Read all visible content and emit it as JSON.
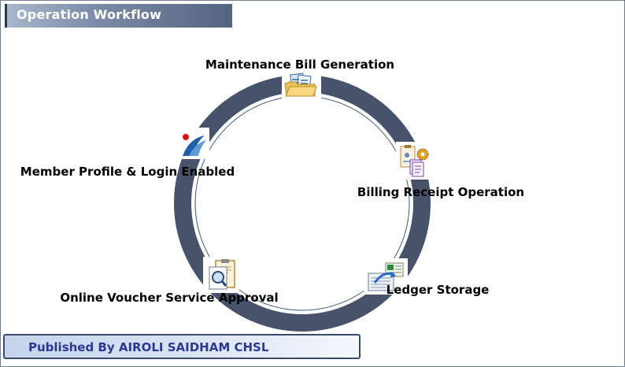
{
  "header": {
    "title": "Operation Workflow"
  },
  "workflow": {
    "steps": [
      {
        "label": "Maintenance Bill Generation",
        "icon": "folder-documents-icon"
      },
      {
        "label": "Billing Receipt Operation",
        "icon": "clipboard-gear-icon"
      },
      {
        "label": "Ledger Storage",
        "icon": "spreadsheet-ledger-icon"
      },
      {
        "label": "Online Voucher Service Approval",
        "icon": "magnifier-clipboard-icon"
      },
      {
        "label": "Member Profile & Login Enabled",
        "icon": "member-login-icon"
      }
    ]
  },
  "footer": {
    "text": "Published By AIROLI SAIDHAM CHSL"
  },
  "colors": {
    "ring": "#46536a",
    "inner_ring": "#3d5a80",
    "header_gradient_end": "#55657f",
    "footer_text": "#2b3a8f"
  }
}
